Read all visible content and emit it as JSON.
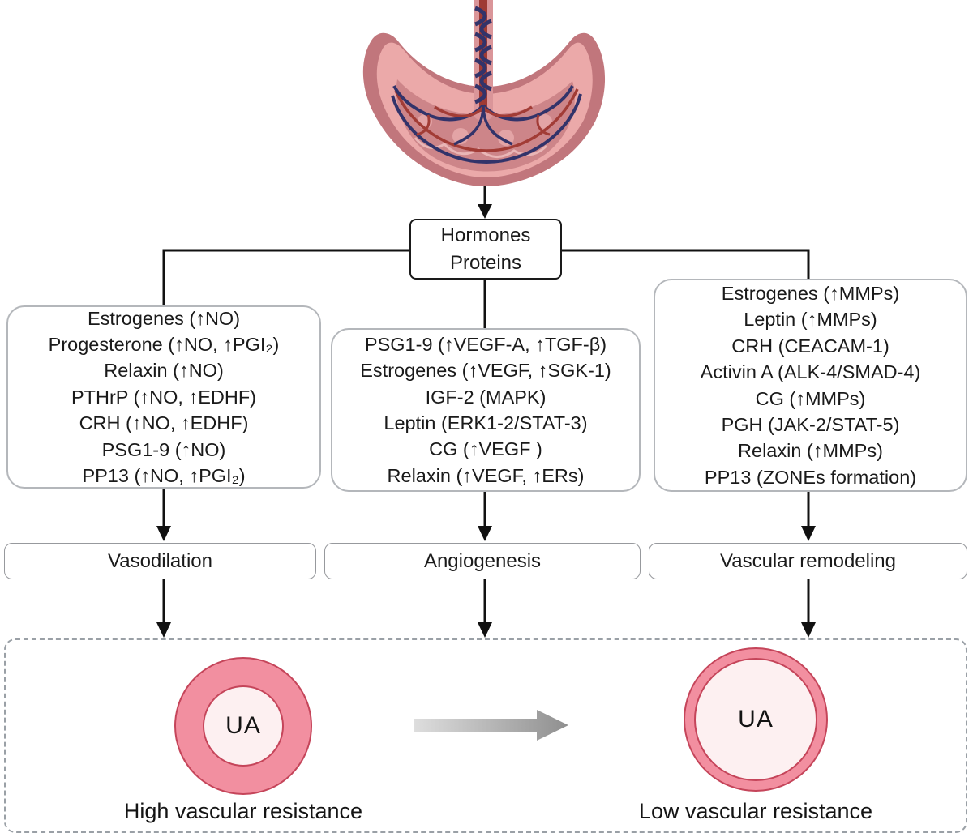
{
  "figure": {
    "source_node": {
      "line1": "Hormones",
      "line2": "Proteins"
    },
    "pathways": [
      {
        "label": "Vasodilation",
        "items": [
          "Estrogenes (↑NO)",
          "Progesterone (↑NO, ↑PGI₂)",
          "Relaxin (↑NO)",
          "PTHrP (↑NO, ↑EDHF)",
          "CRH (↑NO, ↑EDHF)",
          "PSG1-9 (↑NO)",
          "PP13 (↑NO, ↑PGI₂)"
        ]
      },
      {
        "label": "Angiogenesis",
        "items": [
          "PSG1-9 (↑VEGF-A, ↑TGF-β)",
          "Estrogenes (↑VEGF, ↑SGK-1)",
          "IGF-2 (MAPK)",
          "Leptin (ERK1-2/STAT-3)",
          "CG (↑VEGF )",
          "Relaxin (↑VEGF, ↑ERs)"
        ]
      },
      {
        "label": "Vascular remodeling",
        "items": [
          "Estrogenes (↑MMPs)",
          "Leptin (↑MMPs)",
          "CRH (CEACAM-1)",
          "Activin A (ALK-4/SMAD-4)",
          "CG (↑MMPs)",
          "PGH (JAK-2/STAT-5)",
          "Relaxin (↑MMPs)",
          "PP13 (ZONEs formation)"
        ]
      }
    ],
    "outcome": {
      "left_vessel_label": "UA",
      "right_vessel_label": "UA",
      "left_caption": "High vascular resistance",
      "right_caption": "Low vascular resistance"
    },
    "colors": {
      "line_color": "#1a1a1a",
      "list_box_border": "#b4b7bb",
      "label_box_border": "#97999d",
      "dashed_panel_border": "#9aa0a6",
      "vessel_ring": "#f28fa0",
      "vessel_lumen": "#fdf0f1",
      "vessel_stroke": "#c5455a",
      "placenta_rim": "#c1767c",
      "placenta_inner": "#eba9a9",
      "placenta_lobes": "#cd8589",
      "vessel_navy": "#32336a",
      "vessel_red": "#a23c36",
      "transition_arrow_gray": "#a9a9a9"
    }
  }
}
